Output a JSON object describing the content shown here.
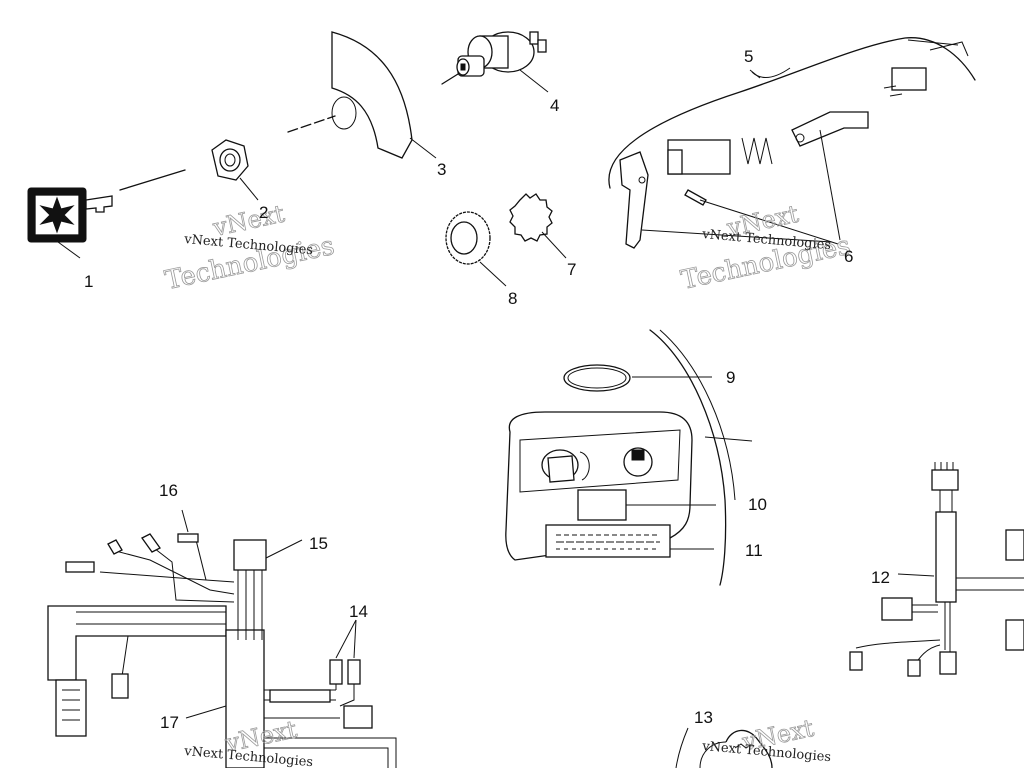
{
  "callouts": {
    "c1": "1",
    "c2": "2",
    "c3": "3",
    "c4": "4",
    "c5": "5",
    "c6": "6",
    "c7": "7",
    "c8": "8",
    "c9": "9",
    "c10": "10",
    "c11": "11",
    "c12": "12",
    "c13": "13",
    "c14": "14",
    "c15": "15",
    "c16": "16",
    "c17": "17"
  },
  "watermark": {
    "line1": "vNext",
    "line2": "Technologies",
    "small": "vNext Technologies"
  }
}
